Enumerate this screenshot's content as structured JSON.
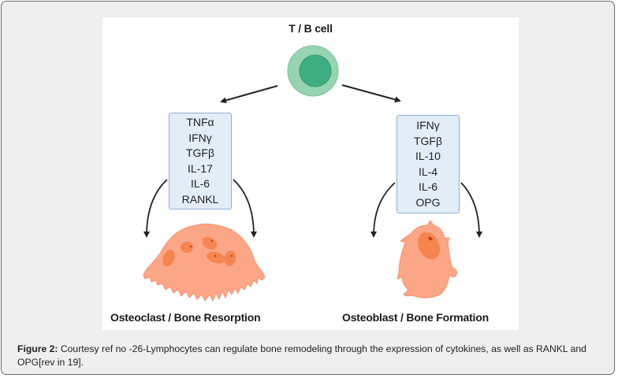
{
  "figure": {
    "title": "T / B cell",
    "left_branch": {
      "cytokines": [
        "TNFα",
        "IFNγ",
        "TGFβ",
        "IL-17",
        "IL-6",
        "RANKL"
      ],
      "outcome_label": "Osteoclast / Bone Resorption"
    },
    "right_branch": {
      "cytokines": [
        "IFNγ",
        "TGFβ",
        "IL-10",
        "IL-4",
        "IL-6",
        "OPG"
      ],
      "outcome_label": "Osteoblast / Bone Formation"
    },
    "colors": {
      "cell_outer": "#96d3b0",
      "cell_inner": "#3eae82",
      "box_fill": "#e3edf8",
      "box_border": "#8fb0d6",
      "bone_cell": "#fba686",
      "nucleus": "#f6844f"
    }
  },
  "caption": {
    "label": "Figure 2:",
    "text": " Courtesy ref no -26-Lymphocytes can regulate bone remodeling through the expression of cytokines, as well as RANKL and OPG[rev in 19]."
  }
}
